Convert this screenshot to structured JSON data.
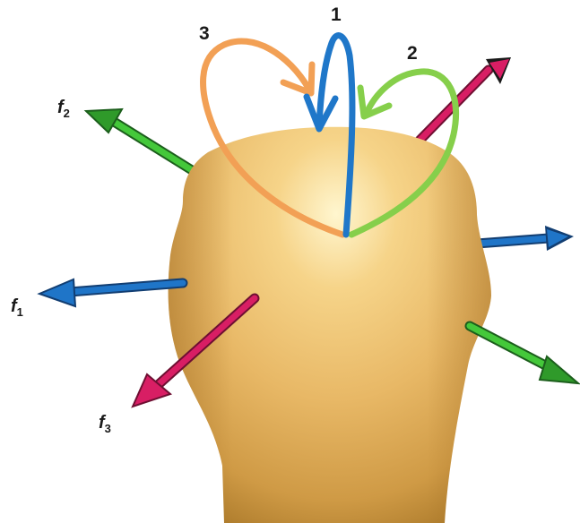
{
  "figure": {
    "loop_labels": [
      "1",
      "2",
      "3"
    ],
    "force_labels": [
      {
        "base": "f",
        "sub": "1"
      },
      {
        "base": "f",
        "sub": "2"
      },
      {
        "base": "f",
        "sub": "3"
      }
    ],
    "colors": {
      "body": "#e8b866",
      "body_shadow": "#b07e2e",
      "body_highlight": "#fff6cf",
      "blue": "#1f75c8",
      "green": "#44c83a",
      "pink": "#d81e64",
      "loop_blue": "#1f77c9",
      "loop_green": "#86cf4b",
      "loop_orange": "#f2a055"
    }
  }
}
